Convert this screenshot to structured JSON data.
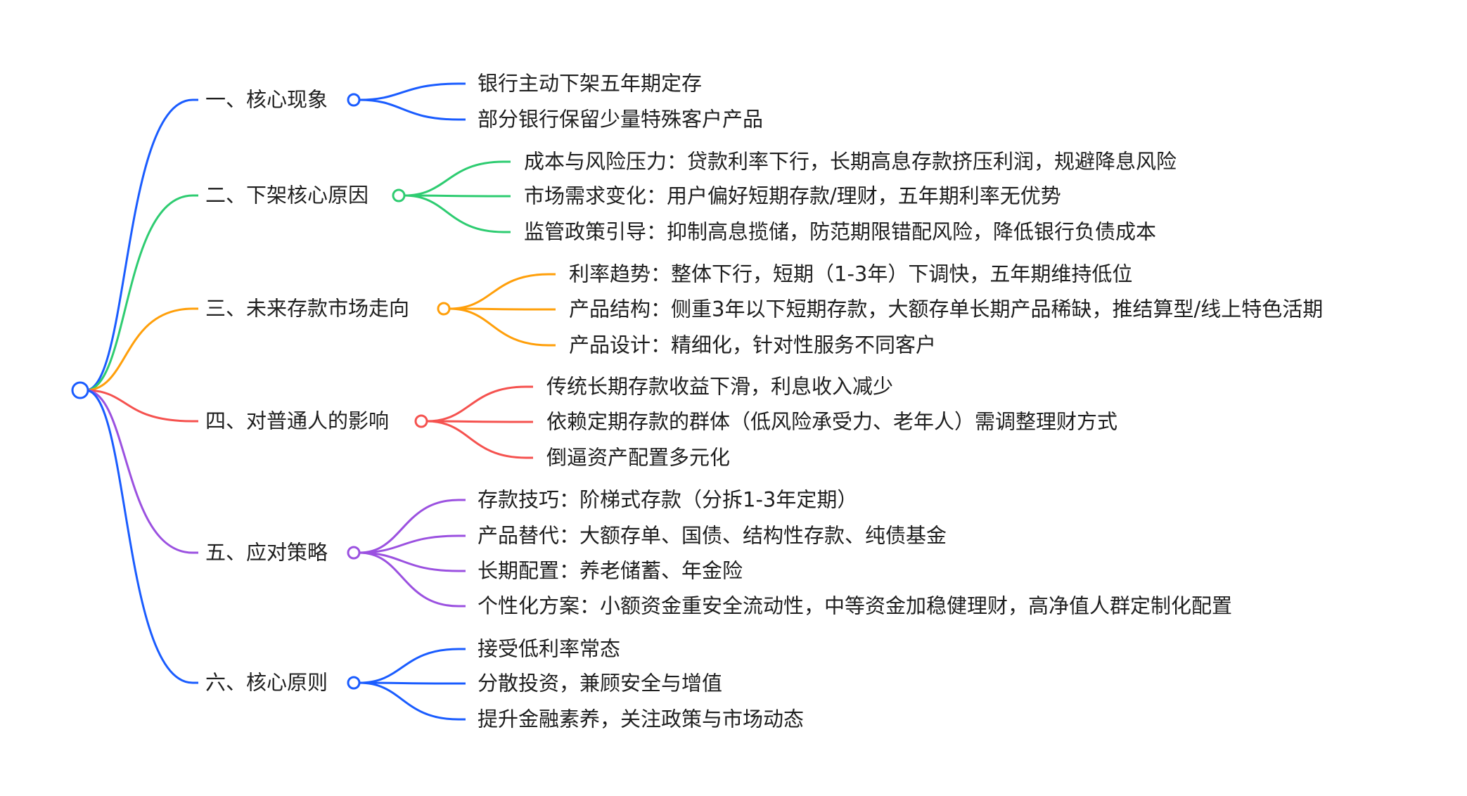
{
  "mindmap": {
    "branches": [
      {
        "label": "一、核心现象",
        "color": "#1a5cff",
        "leaves": [
          "银行主动下架五年期定存",
          "部分银行保留少量特殊客户产品"
        ]
      },
      {
        "label": "二、下架核心原因",
        "color": "#2ecc71",
        "leaves": [
          "成本与风险压力：贷款利率下行，长期高息存款挤压利润，规避降息风险",
          "市场需求变化：用户偏好短期存款/理财，五年期利率无优势",
          "监管政策引导：抑制高息揽储，防范期限错配风险，降低银行负债成本"
        ]
      },
      {
        "label": "三、未来存款市场走向",
        "color": "#ff9f0a",
        "leaves": [
          "利率趋势：整体下行，短期（1-3年）下调快，五年期维持低位",
          "产品结构：侧重3年以下短期存款，大额存单长期产品稀缺，推结算型/线上特色活期",
          "产品设计：精细化，针对性服务不同客户"
        ]
      },
      {
        "label": "四、对普通人的影响",
        "color": "#f5524f",
        "leaves": [
          "传统长期存款收益下滑，利息收入减少",
          "依赖定期存款的群体（低风险承受力、老年人）需调整理财方式",
          "倒逼资产配置多元化"
        ]
      },
      {
        "label": "五、应对策略",
        "color": "#9b51e0",
        "leaves": [
          "存款技巧：阶梯式存款（分拆1-3年定期）",
          "产品替代：大额存单、国债、结构性存款、纯债基金",
          "长期配置：养老储蓄、年金险",
          "个性化方案：小额资金重安全流动性，中等资金加稳健理财，高净值人群定制化配置"
        ]
      },
      {
        "label": "六、核心原则",
        "color": "#1a5cff",
        "leaves": [
          "接受低利率常态",
          "分散投资，兼顾安全与增值",
          "提升金融素养，关注政策与市场动态"
        ]
      }
    ],
    "root_color": "#1a5cff"
  }
}
